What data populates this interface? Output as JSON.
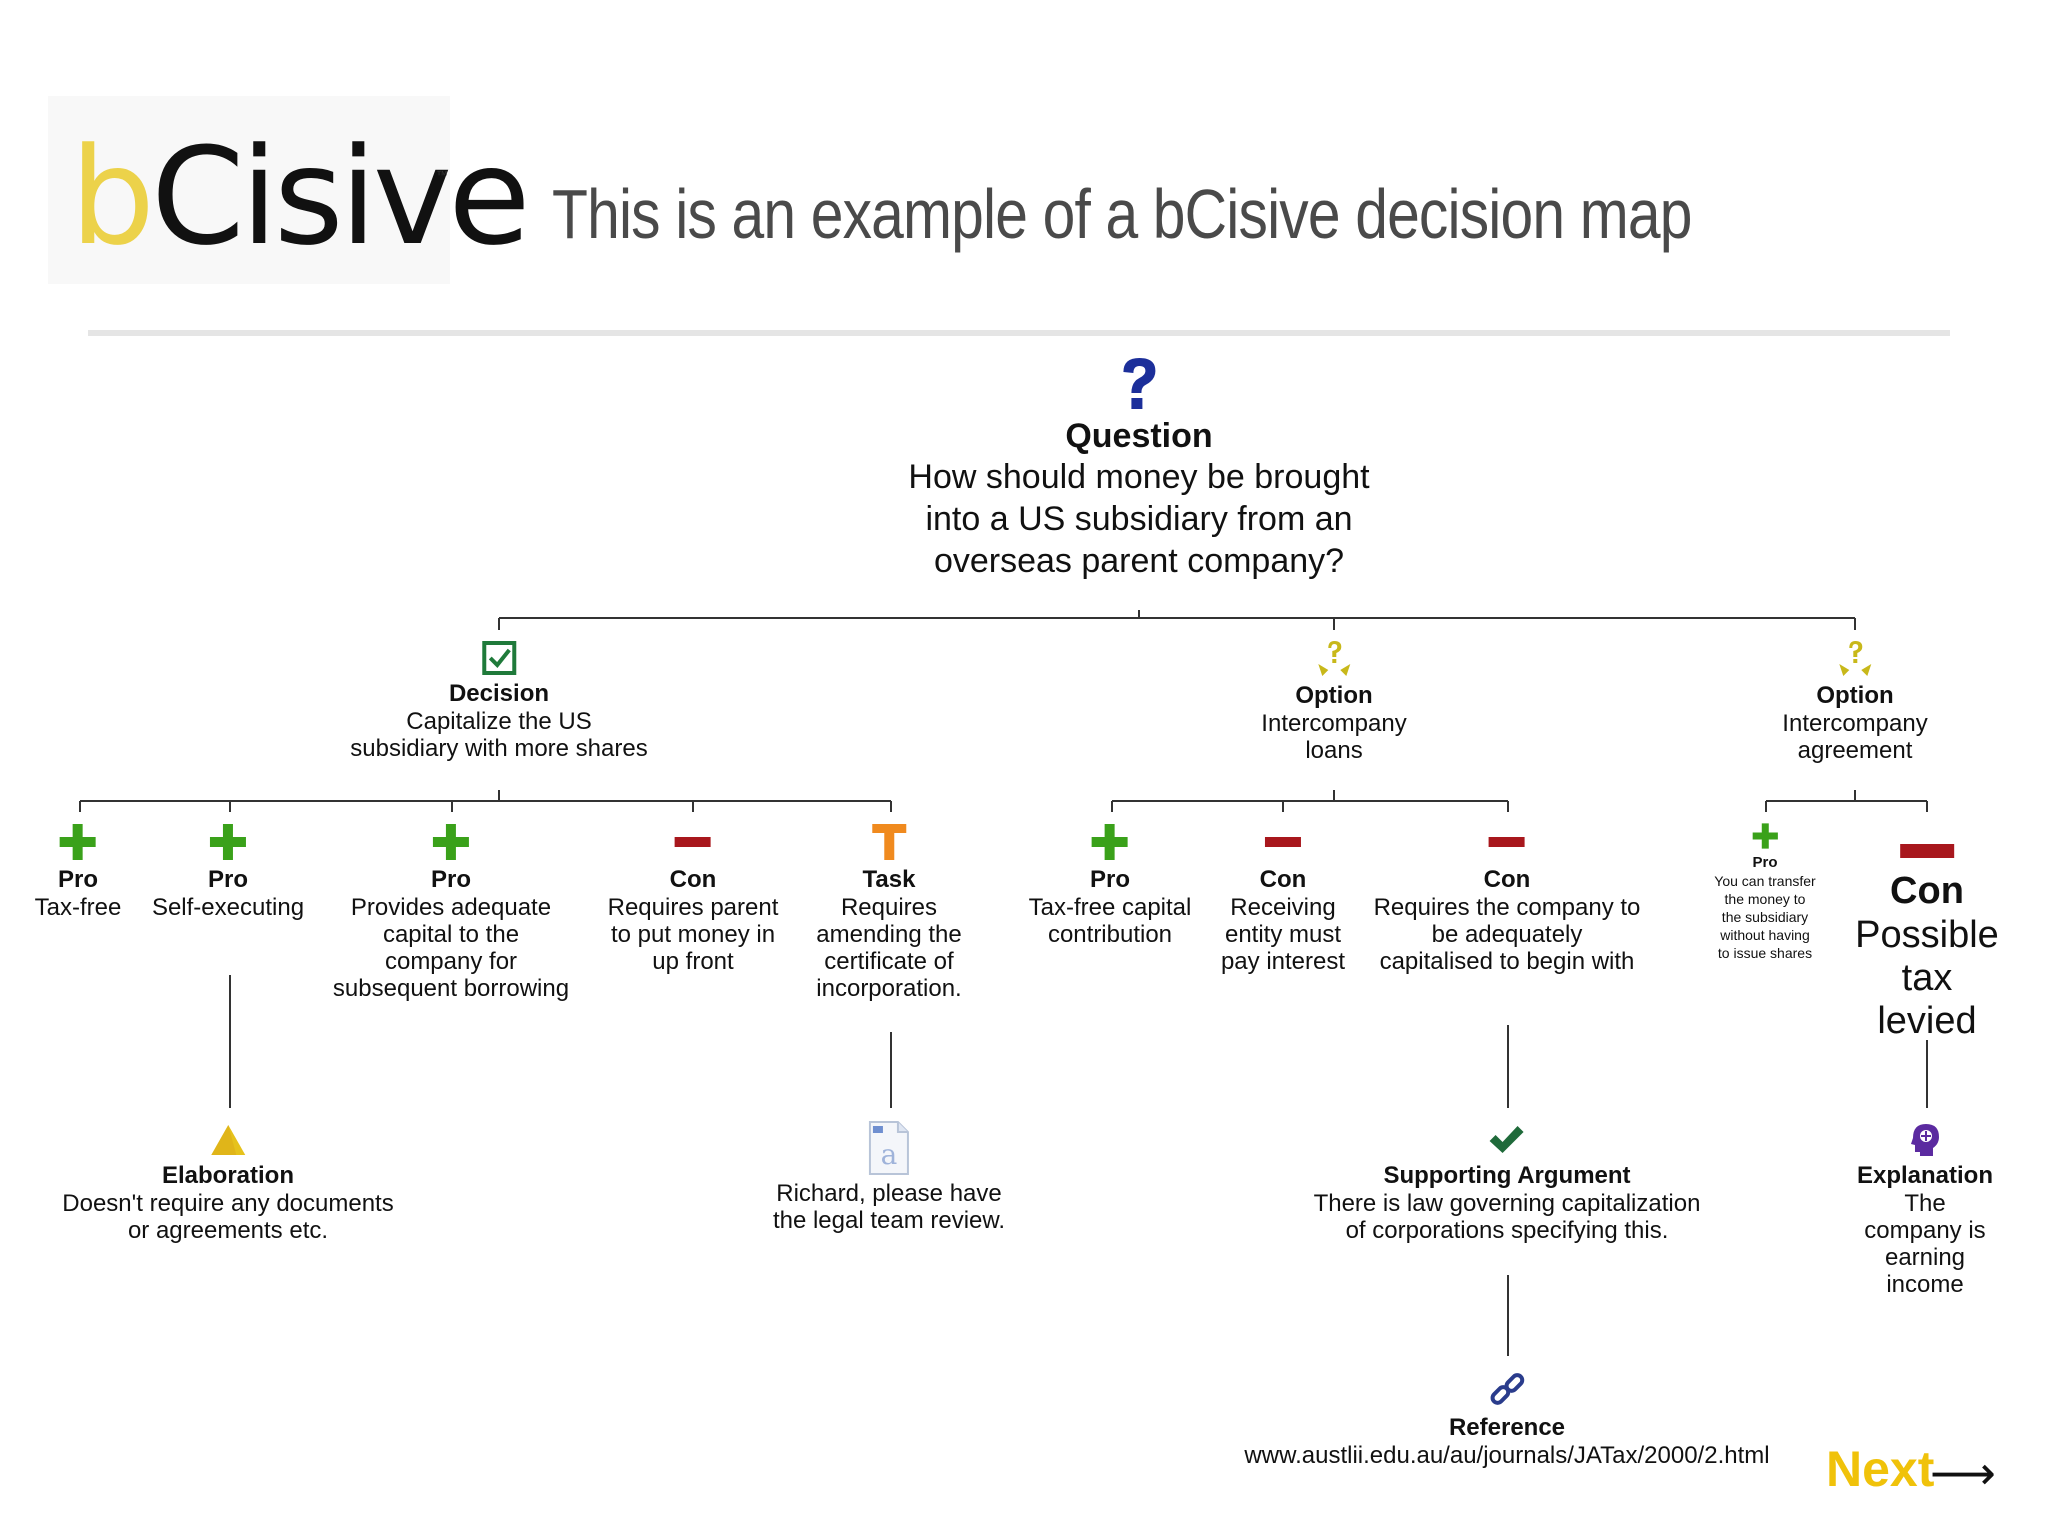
{
  "logo": {
    "text_b": "b",
    "text_rest": "Cisive",
    "tm": "™"
  },
  "page_title": "This is an example of a bCisive decision map",
  "colors": {
    "pro": "#3aa11a",
    "con": "#a8171d",
    "task": "#f08a1e",
    "question": "#1c2f9a",
    "decision": "#1f7a3a",
    "option": "#c8b81a",
    "elaboration": "#e6c21c",
    "supporting": "#1f6a3a",
    "explanation": "#5b2aa0",
    "reference": "#2a3c8c",
    "next": "#f0c20a",
    "connector": "#333333"
  },
  "nodes": {
    "question": {
      "type": "Question",
      "text": "How should money be brought\ninto a US subsidiary from an\noverseas parent company?",
      "icon": "question-icon"
    },
    "decision": {
      "type": "Decision",
      "text": "Capitalize the US\nsubsidiary with more shares",
      "icon": "checkbox-icon"
    },
    "option_loans": {
      "type": "Option",
      "text": "Intercompany\nloans",
      "icon": "option-icon"
    },
    "option_agreement": {
      "type": "Option",
      "text": "Intercompany\nagreement",
      "icon": "option-icon"
    },
    "pro_taxfree": {
      "type": "Pro",
      "text": "Tax-free",
      "icon": "plus-icon"
    },
    "pro_selfexec": {
      "type": "Pro",
      "text": "Self-executing",
      "icon": "plus-icon"
    },
    "pro_capital": {
      "type": "Pro",
      "text": "Provides adequate\ncapital to the\ncompany for\nsubsequent borrowing",
      "icon": "plus-icon"
    },
    "con_parent": {
      "type": "Con",
      "text": "Requires parent\nto put money in\nup front",
      "icon": "minus-icon"
    },
    "task": {
      "type": "Task",
      "text": "Requires\namending the\ncertificate of\nincorporation.",
      "icon": "task-icon"
    },
    "pro_capcontrib": {
      "type": "Pro",
      "text": "Tax-free capital\ncontribution",
      "icon": "plus-icon"
    },
    "con_interest": {
      "type": "Con",
      "text": "Receiving\nentity must\npay interest",
      "icon": "minus-icon"
    },
    "con_capitalised": {
      "type": "Con",
      "text": "Requires the company to\nbe adequately\ncapitalised to begin with",
      "icon": "minus-icon"
    },
    "pro_transfer": {
      "type": "Pro",
      "text": "You can transfer\nthe money to\nthe subsidiary\nwithout having\nto issue shares",
      "icon": "plus-icon"
    },
    "con_tax": {
      "type": "Con",
      "text": "Possible\ntax levied",
      "icon": "minus-icon"
    },
    "elaboration": {
      "type": "Elaboration",
      "text": "Doesn't require any documents\nor agreements etc.",
      "icon": "pyramid-icon"
    },
    "note": {
      "type": "",
      "text": "Richard, please have\nthe legal team review.",
      "icon": "document-icon"
    },
    "supporting": {
      "type": "Supporting Argument",
      "text": "There is law governing capitalization\nof corporations specifying this.",
      "icon": "checkmark-icon"
    },
    "explanation": {
      "type": "Explanation",
      "text": "The company is\nearning income",
      "icon": "head-icon"
    },
    "reference": {
      "type": "Reference",
      "text": "www.austlii.edu.au/au/journals/JATax/2000/2.html",
      "icon": "link-icon"
    }
  },
  "nav": {
    "next_label": "Next",
    "arrow": "⟶"
  }
}
